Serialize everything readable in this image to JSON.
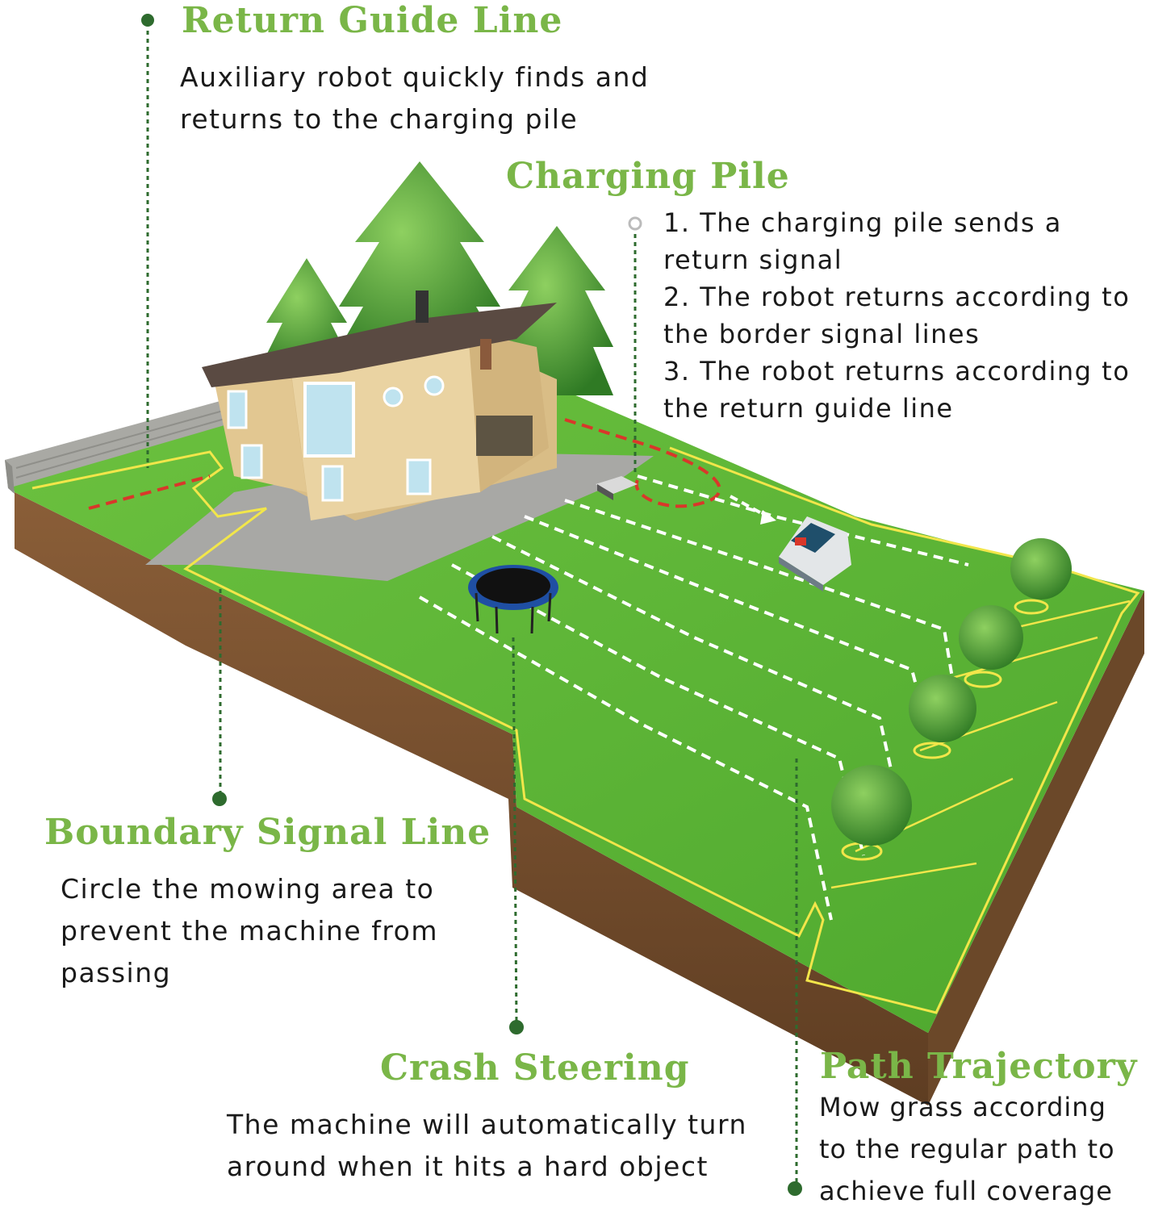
{
  "colors": {
    "accent_green": "#7ab648",
    "leader_green": "#2e6b2e",
    "lawn_green": "#5cb338",
    "soil_brown": "#7a5232",
    "boundary_yellow": "#f2e64a",
    "return_red": "#d9372a",
    "path_white": "#ffffff",
    "house_wall": "#e2c791",
    "roof": "#5a4a42"
  },
  "sections": {
    "return_guide": {
      "title": "Return Guide Line",
      "lines": [
        "Auxiliary robot quickly finds and",
        "returns to the charging pile"
      ]
    },
    "charging_pile": {
      "title": "Charging Pile",
      "lines": [
        "1. The charging pile sends a",
        "return signal",
        "2. The robot returns according to",
        "the border signal lines",
        "3. The robot returns according to",
        "the return guide line"
      ]
    },
    "boundary": {
      "title": "Boundary Signal Line",
      "lines": [
        "Circle the mowing area to",
        "prevent the machine from",
        "passing"
      ]
    },
    "crash": {
      "title": "Crash Steering",
      "lines": [
        "The machine will automatically turn",
        "around when it hits a hard object"
      ]
    },
    "path": {
      "title": "Path Trajectory",
      "lines": [
        "Mow grass according",
        "to the regular path to",
        "achieve full coverage"
      ]
    }
  },
  "illustration": {
    "icons": [
      "house-icon",
      "tree-icon",
      "trampoline-icon",
      "robot-mower-icon",
      "charging-station-icon",
      "stone-wall-icon"
    ]
  }
}
